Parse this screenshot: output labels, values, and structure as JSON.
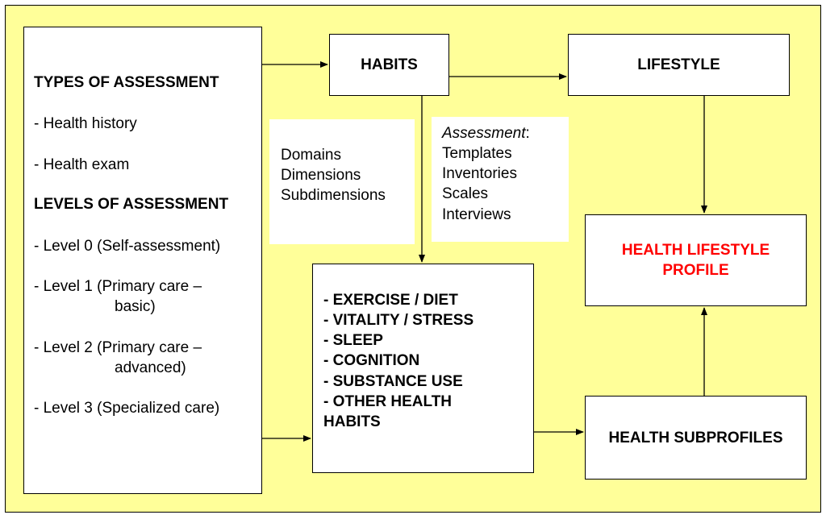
{
  "left_panel": {
    "types_heading": "TYPES OF ASSESSMENT",
    "types": [
      "- Health history",
      "- Health exam"
    ],
    "levels_heading": "LEVELS OF ASSESSMENT",
    "level0": "- Level  0 (Self-assessment)",
    "level1_line1": "- Level  1 (Primary care –",
    "level1_line2": "basic)",
    "level2_line1": "- Level  2 (Primary care –",
    "level2_line2": "advanced)",
    "level3": "- Level  3 (Specialized care)"
  },
  "habits": "HABITS",
  "lifestyle": "LIFESTYLE",
  "domains_note": [
    "Domains",
    "Dimensions",
    "Subdimensions"
  ],
  "assessment_note": {
    "heading_italic": "Assessment",
    "heading_suffix": ":",
    "items": [
      "Templates",
      "Inventories",
      "Scales",
      "Interviews"
    ]
  },
  "habit_list": [
    "- EXERCISE / DIET",
    "- VITALITY / STRESS",
    "- SLEEP",
    "- COGNITION",
    "- SUBSTANCE USE",
    "- OTHER HEALTH",
    "HABITS"
  ],
  "health_lifestyle_profile": {
    "line1": "HEALTH LIFESTYLE",
    "line2": "PROFILE",
    "color": "#ff0000"
  },
  "health_subprofiles": "HEALTH SUBPROFILES",
  "colors": {
    "background": "#ffff99",
    "box": "#ffffff",
    "stroke": "#000000"
  }
}
